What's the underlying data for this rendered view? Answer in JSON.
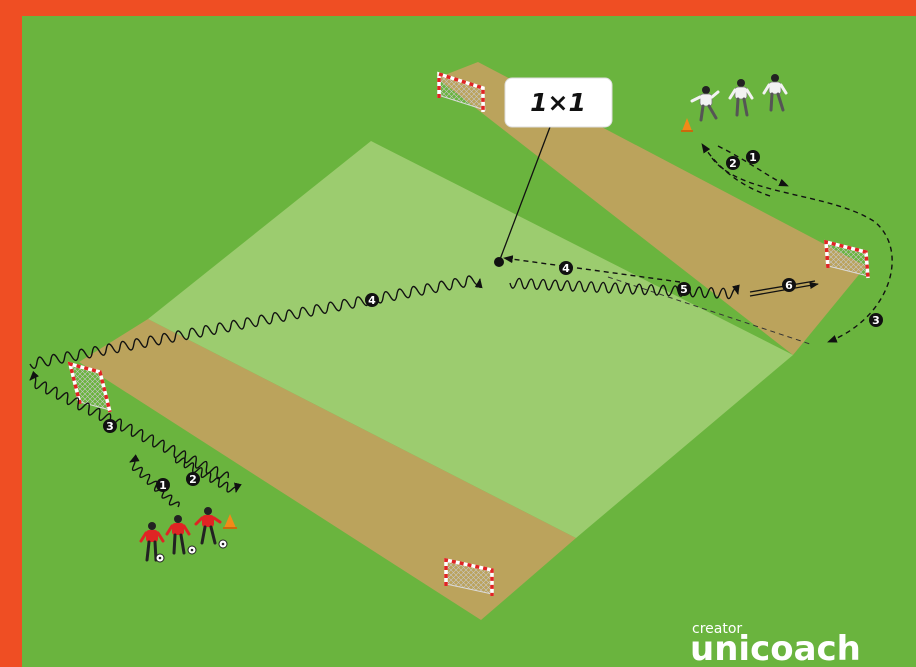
{
  "drill": {
    "callout": "1×1",
    "sequence_numbers": {
      "red_dribble_1": "1",
      "red_dribble_2": "2",
      "red_wave_3": "3",
      "long_wave_4": "4",
      "white_pass_4": "4",
      "white_run_1": "1",
      "white_return_2": "2",
      "white_arc_3": "3",
      "white_dribble_5": "5",
      "shot_6": "6"
    }
  },
  "colors": {
    "frame": "#ef4e23",
    "grass": "#6ab43e",
    "pitch_center": "#9ccc6f",
    "pitch_end": "#bba35c",
    "red_team": "#e02424",
    "white_team": "#f2f2f2",
    "cone": "#f28a18"
  },
  "icons": [
    "goal-icon",
    "cone-icon",
    "ball-icon",
    "player-icon"
  ],
  "logo": {
    "line1": "creator",
    "line2": "unicoach"
  }
}
